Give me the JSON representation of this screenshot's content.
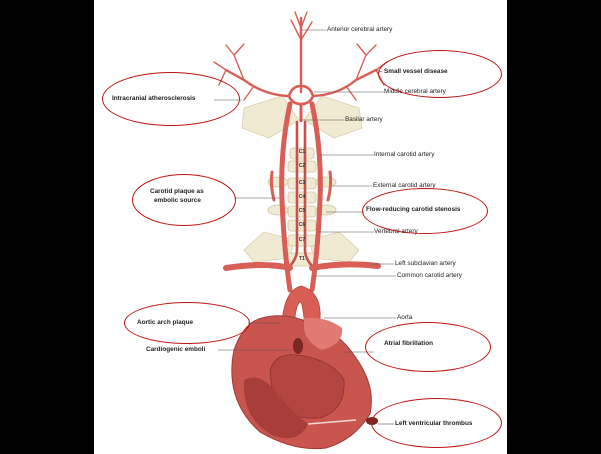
{
  "labels": {
    "anterior_cerebral": "Anterior cerebral artery",
    "small_vessel": "Small vessel disease",
    "middle_cerebral": "Middle cerebral artery",
    "intracranial": "Intracranial atherosclerosis",
    "basilar": "Basilar artery",
    "internal_carotid": "Internal carotid artery",
    "carotid_plaque_1": "Carotid plaque as",
    "carotid_plaque_2": "embolic source",
    "external_carotid": "External carotid artery",
    "flow_reducing": "Flow-reducing carotid stenosis",
    "vertebral": "Vertebral artery",
    "left_subclavian": "Left subclavian artery",
    "common_carotid": "Common carotid artery",
    "aortic_arch": "Aortic arch plaque",
    "aorta": "Aorta",
    "cardiogenic": "Cardiogenic emboli",
    "atrial_fib": "Atrial fibrillation",
    "lv_thrombus": "Left ventricular thrombus"
  },
  "vertebrae": [
    "C1",
    "C2",
    "C3",
    "C4",
    "C5",
    "C6",
    "C7",
    "T1"
  ],
  "colors": {
    "artery": "#d85e56",
    "artery_dark": "#b8433d",
    "heart": "#c9554f",
    "bone": "#f1ead2",
    "highlight": "#c0140f"
  }
}
